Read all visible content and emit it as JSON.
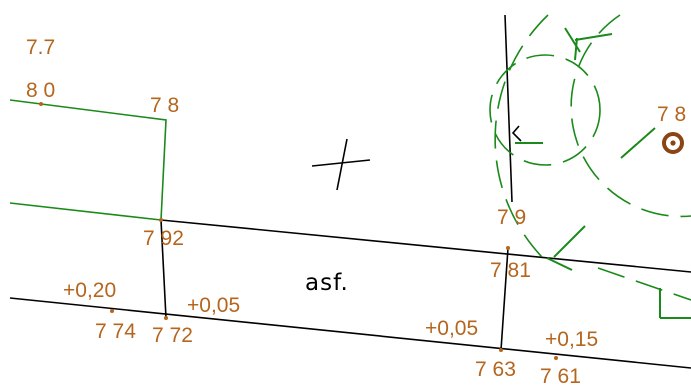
{
  "colors": {
    "background": "#ffffff",
    "label": "#b5651d",
    "boundary": "#1a8a1a",
    "linework": "#000000",
    "symbol": "#8b4513"
  },
  "labels": {
    "l_7_7": "7.7",
    "l_8_0": "8 0",
    "l_7_8_a": "7 8",
    "l_7_8_b": "7 8",
    "l_7_9": "7 9",
    "l_7_92": "7 92",
    "l_7_81": "7 81",
    "l_p020": "+0,20",
    "l_p005_a": "+0,05",
    "l_7_74": "7 74",
    "l_7_72": "7 72",
    "l_p005_b": "+0,05",
    "l_p015": "+0,15",
    "l_7_63": "7 63",
    "l_7_61": "7 61"
  },
  "annotation": "asf.",
  "icons": {
    "survey_point": "survey-point-icon",
    "cross": "cross-marker-icon"
  }
}
